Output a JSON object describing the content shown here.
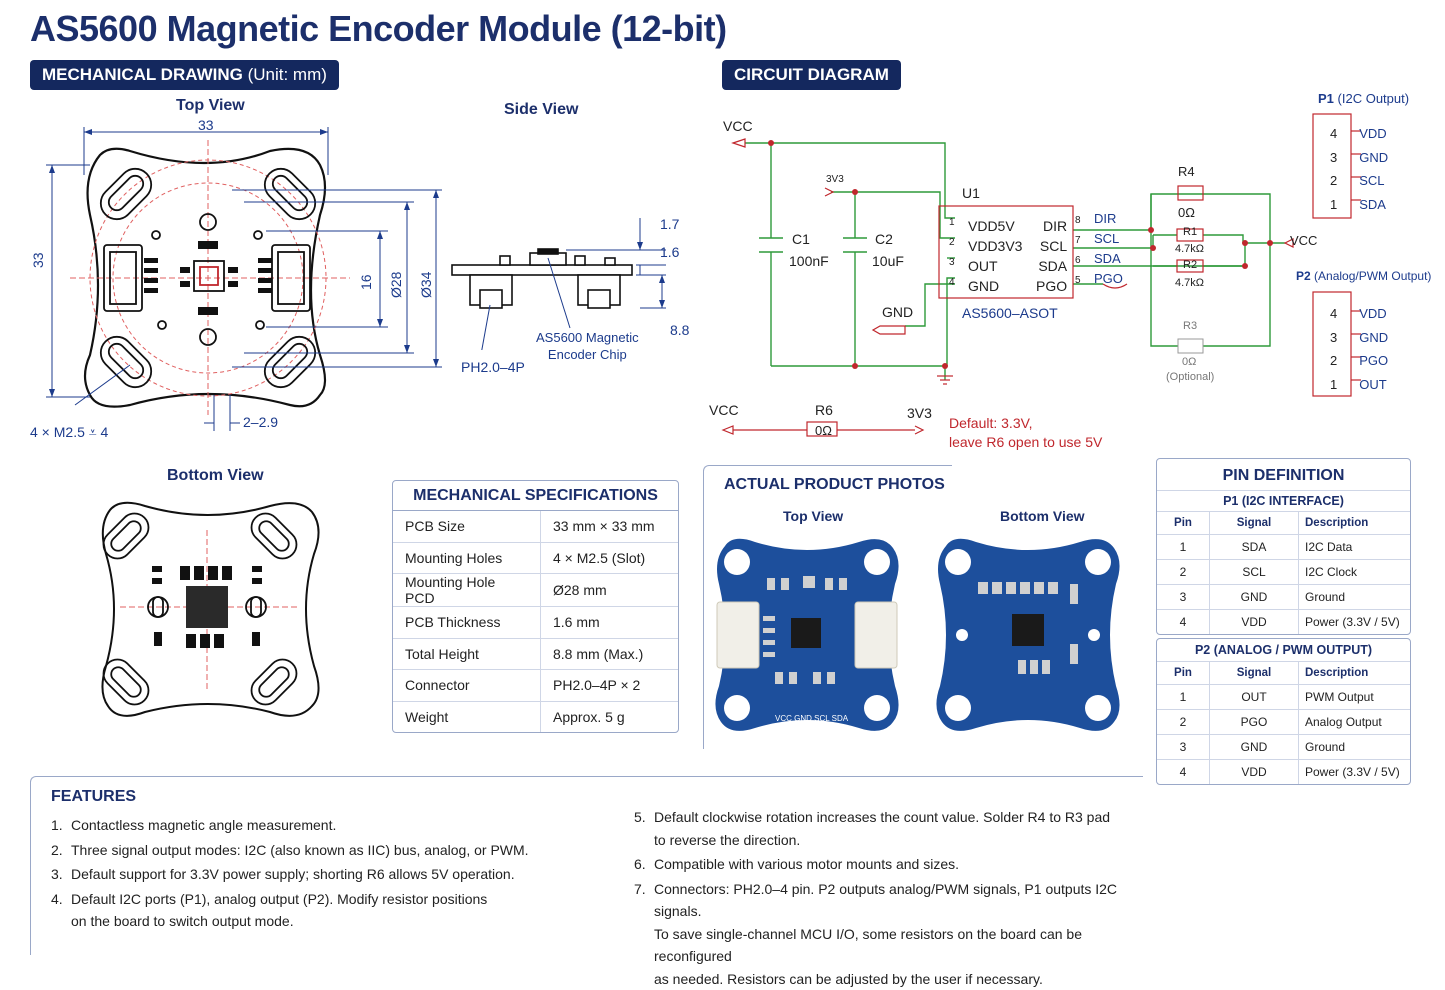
{
  "title": "AS5600 Magnetic Encoder Module (12-bit)",
  "mechanical": {
    "badge": "MECHANICAL DRAWING",
    "badge_unit": "(Unit: mm)",
    "top_view": "Top View",
    "side_view": "Side View",
    "bottom_view": "Bottom View",
    "dim_33_top": "33",
    "dim_33_left": "33",
    "dim_16": "16",
    "dim_d28": "Ø28",
    "dim_d34": "Ø34",
    "holes": "4 × M2.5 ⩡ 4",
    "slot": "2–2.9",
    "side_17": "1.7",
    "side_16": "1.6",
    "side_88": "8.8",
    "side_connector": "PH2.0–4P",
    "side_chip_1": "AS5600 Magnetic",
    "side_chip_2": "Encoder Chip"
  },
  "circuit": {
    "badge": "CIRCUIT DIAGRAM",
    "vcc": "VCC",
    "v3v3": "3V3",
    "c1": "C1",
    "c1v": "100nF",
    "c2": "C2",
    "c2v": "10uF",
    "gnd": "GND",
    "u1": "U1",
    "chip": "AS5600–ASOT",
    "left_pins": [
      "VDD5V",
      "VDD3V3",
      "OUT",
      "GND"
    ],
    "left_nums": [
      "1",
      "2",
      "3",
      "4"
    ],
    "right_pins": [
      "DIR",
      "SCL",
      "SDA",
      "PGO"
    ],
    "right_nums": [
      "8",
      "7",
      "6",
      "5"
    ],
    "net_dir": "DIR",
    "net_scl": "SCL",
    "net_sda": "SDA",
    "net_pgo": "PGO",
    "r4": "R4",
    "r4v": "0Ω",
    "r1": "R1",
    "r1v": "4.7kΩ",
    "r2": "R2",
    "r2v": "4.7kΩ",
    "r3": "R3",
    "r3v": "0Ω",
    "r3opt": "(Optional)",
    "vcc_right": "VCC",
    "p1_title": "P1",
    "p1_sub": "(I2C Output)",
    "p1_pins": [
      {
        "n": "4",
        "s": "VDD"
      },
      {
        "n": "3",
        "s": "GND"
      },
      {
        "n": "2",
        "s": "SCL"
      },
      {
        "n": "1",
        "s": "SDA"
      }
    ],
    "p2_title": "P2",
    "p2_sub": "(Analog/PWM Output)",
    "p2_pins": [
      {
        "n": "4",
        "s": "VDD"
      },
      {
        "n": "3",
        "s": "GND"
      },
      {
        "n": "2",
        "s": "PGO"
      },
      {
        "n": "1",
        "s": "OUT"
      }
    ],
    "r6_vcc": "VCC",
    "r6": "R6",
    "r6v": "0Ω",
    "r6_3v3": "3V3",
    "note1": "Default: 3.3V,",
    "note2": "leave R6 open to use 5V"
  },
  "specs": {
    "title": "MECHANICAL SPECIFICATIONS",
    "rows": [
      {
        "k": "PCB Size",
        "v": "33 mm × 33 mm"
      },
      {
        "k": "Mounting Holes",
        "v": "4 × M2.5 (Slot)"
      },
      {
        "k": "Mounting Hole PCD",
        "v": "Ø28 mm"
      },
      {
        "k": "PCB Thickness",
        "v": "1.6 mm"
      },
      {
        "k": "Total Height",
        "v": "8.8 mm (Max.)"
      },
      {
        "k": "Connector",
        "v": "PH2.0–4P × 2"
      },
      {
        "k": "Weight",
        "v": "Approx. 5 g"
      }
    ]
  },
  "photos": {
    "title": "ACTUAL PRODUCT PHOTOS",
    "top": "Top View",
    "bottom": "Bottom View",
    "silk": "VCC GND SCL SDA"
  },
  "pins": {
    "title": "PIN DEFINITION",
    "p1": {
      "title": "P1 (I2C INTERFACE)",
      "headers": [
        "Pin",
        "Signal",
        "Description"
      ],
      "rows": [
        {
          "pin": "1",
          "sig": "SDA",
          "desc": "I2C Data"
        },
        {
          "pin": "2",
          "sig": "SCL",
          "desc": "I2C Clock"
        },
        {
          "pin": "3",
          "sig": "GND",
          "desc": "Ground"
        },
        {
          "pin": "4",
          "sig": "VDD",
          "desc": "Power (3.3V / 5V)"
        }
      ]
    },
    "p2": {
      "title": "P2 (ANALOG / PWM OUTPUT)",
      "headers": [
        "Pin",
        "Signal",
        "Description"
      ],
      "rows": [
        {
          "pin": "1",
          "sig": "OUT",
          "desc": "PWM Output"
        },
        {
          "pin": "2",
          "sig": "PGO",
          "desc": "Analog Output"
        },
        {
          "pin": "3",
          "sig": "GND",
          "desc": "Ground"
        },
        {
          "pin": "4",
          "sig": "VDD",
          "desc": "Power (3.3V / 5V)"
        }
      ]
    }
  },
  "features": {
    "title": "FEATURES",
    "left": [
      {
        "n": "1.",
        "t": "Contactless magnetic angle measurement."
      },
      {
        "n": "2.",
        "t": "Three signal output modes: I2C (also known as IIC) bus, analog, or PWM."
      },
      {
        "n": "3.",
        "t": "Default support for 3.3V power supply; shorting R6 allows 5V operation."
      },
      {
        "n": "4.",
        "t": "Default  I2C ports (P1), analog output (P2). Modify resistor positions",
        "t2": "on the board to switch output mode."
      }
    ],
    "right": [
      {
        "n": "5.",
        "t": "Default clockwise rotation increases the count value. Solder R4 to R3 pad",
        "t2": "to reverse the direction."
      },
      {
        "n": "6.",
        "t": "Compatible with various motor mounts and sizes."
      },
      {
        "n": "7.",
        "t": "Connectors: PH2.0–4 pin. P2 outputs analog/PWM signals, P1 outputs I2C signals.",
        "t2": "To save single-channel MCU I/O, some resistors on the board can be reconfigured",
        "t3": "as needed. Resistors can be adjusted by the user if necessary."
      }
    ]
  }
}
